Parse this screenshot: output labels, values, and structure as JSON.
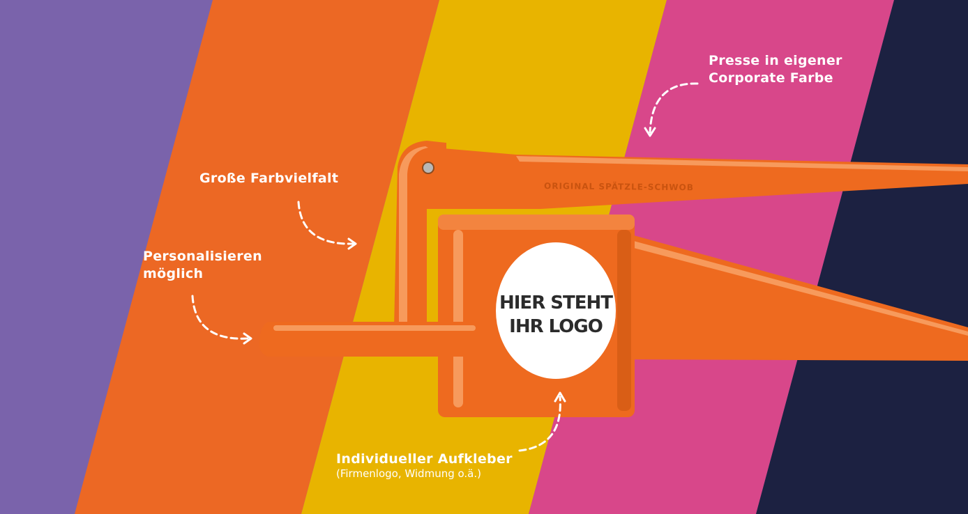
{
  "colors": {
    "purple": "#7a63ab",
    "orange_stripe": "#ec6824",
    "yellow": "#e8b400",
    "pink": "#d8478a",
    "navy": "#1c2141",
    "press_orange": "#ee6a1f",
    "press_highlight": "#f79a5c",
    "press_shadow": "#c9530f"
  },
  "annotations": {
    "color_variety": "Große Farbvielfalt",
    "personalize_line1": "Personalisieren",
    "personalize_line2": "möglich",
    "corporate_line1": "Presse in eigener",
    "corporate_line2": "Corporate Farbe",
    "sticker_title": "Individueller Aufkleber",
    "sticker_subtitle": "(Firmenlogo, Widmung o.ä.)"
  },
  "sticker": {
    "line1": "HIER STEHT",
    "line2": "IHR LOGO"
  },
  "engraving": "ORIGINAL SPÄTZLE-SCHWOB"
}
